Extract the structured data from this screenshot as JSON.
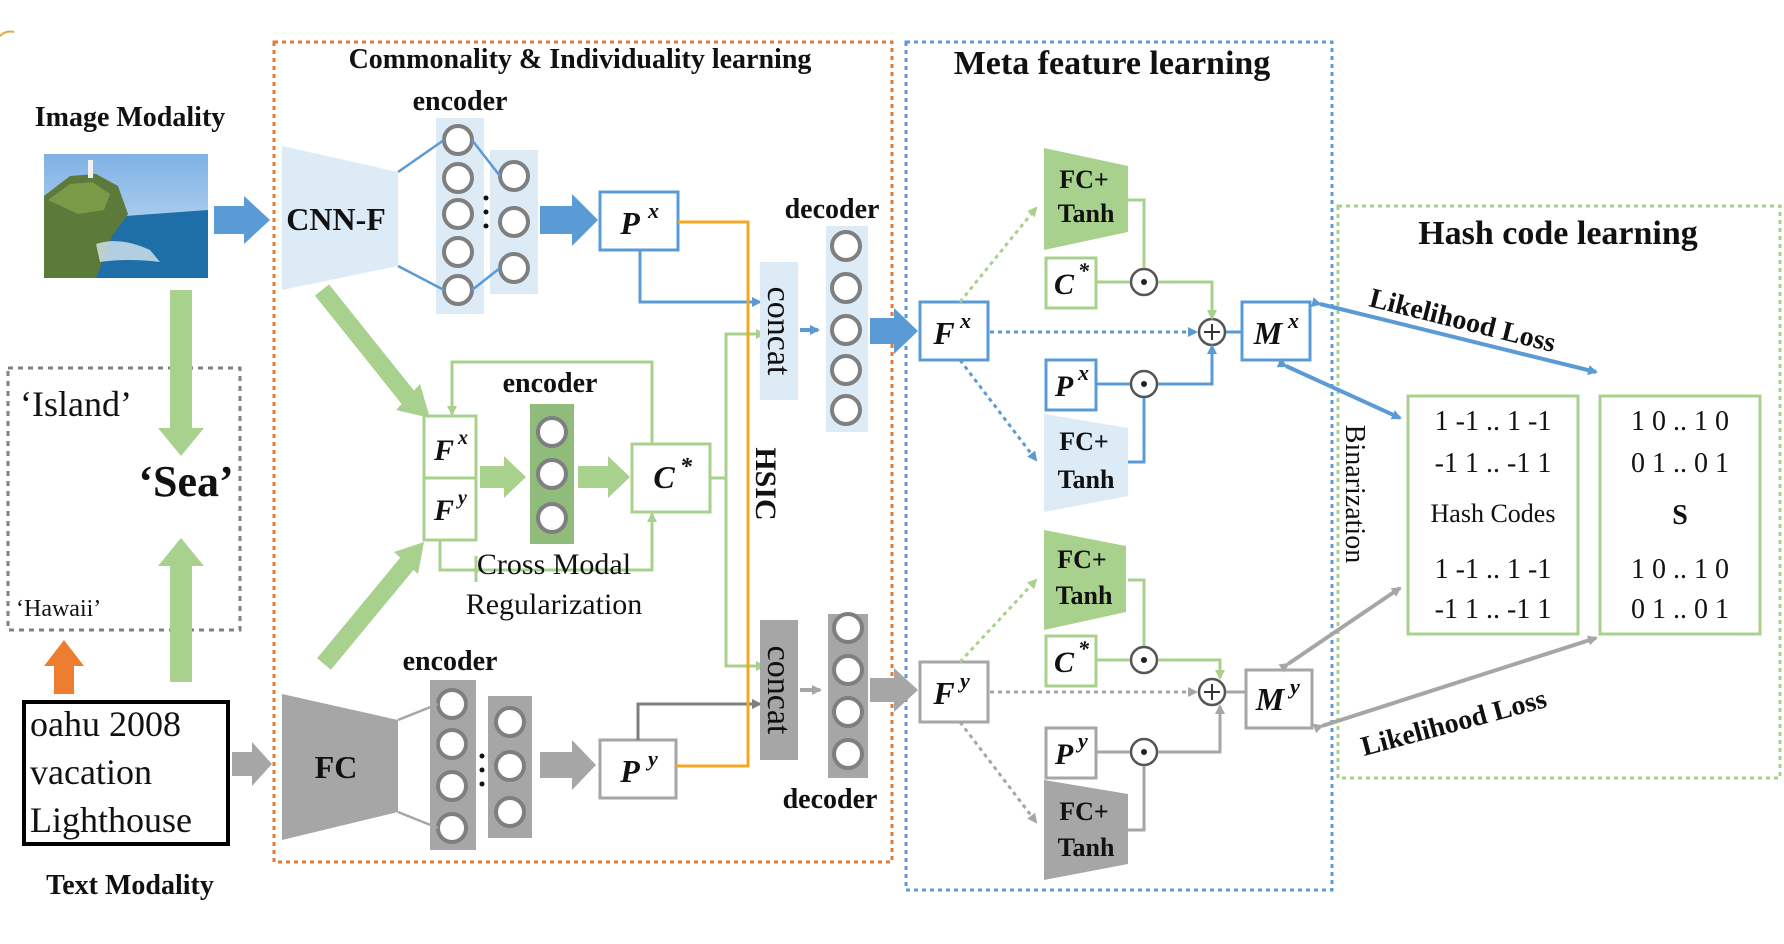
{
  "sections": {
    "commonality": "Commonality & Individuality learning",
    "meta": "Meta feature learning",
    "hash": "Hash code learning"
  },
  "inputs": {
    "image_modality": "Image Modality",
    "text_modality": "Text Modality",
    "tag_island": "‘Island’",
    "tag_sea": "‘Sea’",
    "tag_hawaii": "‘Hawaii’",
    "text_lines": [
      "oahu 2008",
      "vacation",
      "Lighthouse"
    ]
  },
  "backbones": {
    "cnn": "CNN-F",
    "fc": "FC"
  },
  "labels": {
    "encoder": "encoder",
    "decoder": "decoder",
    "concat": "concat",
    "hsic": "HSIC",
    "cross_modal": "Cross Modal",
    "regularization": "Regularization",
    "fc_tanh_1": "FC+",
    "fc_tanh_2": "Tanh",
    "likelihood_loss": "Likelihood Loss",
    "binarization": "Binarization",
    "hash_codes": "Hash Codes",
    "s": "S"
  },
  "symbols": {
    "Px": "P",
    "Py": "P",
    "Cstar": "C",
    "Fx": "F",
    "Fy": "F",
    "Mx": "M",
    "My": "M",
    "sup_x": "x",
    "sup_y": "y",
    "sup_star": "*"
  },
  "hash_matrix": {
    "top": [
      "1 -1 .. 1 -1",
      "-1 1 .. -1 1"
    ],
    "bottom": [
      "1 -1 .. 1 -1",
      "-1 1 .. -1 1"
    ]
  },
  "s_matrix": {
    "top": [
      "1 0 .. 1 0",
      "0 1 .. 0 1"
    ],
    "bottom": [
      "1 0 .. 1 0",
      "0 1 .. 0 1"
    ]
  },
  "colors": {
    "orange": "#E07B39",
    "blue": "#5B9BD5",
    "light_blue": "#DDEBF7",
    "green": "#A9D18E",
    "dark_green": "#8FBC7A",
    "gray": "#A6A6A6",
    "dark_gray": "#7F7F7F",
    "orange_line": "#F5A623"
  }
}
